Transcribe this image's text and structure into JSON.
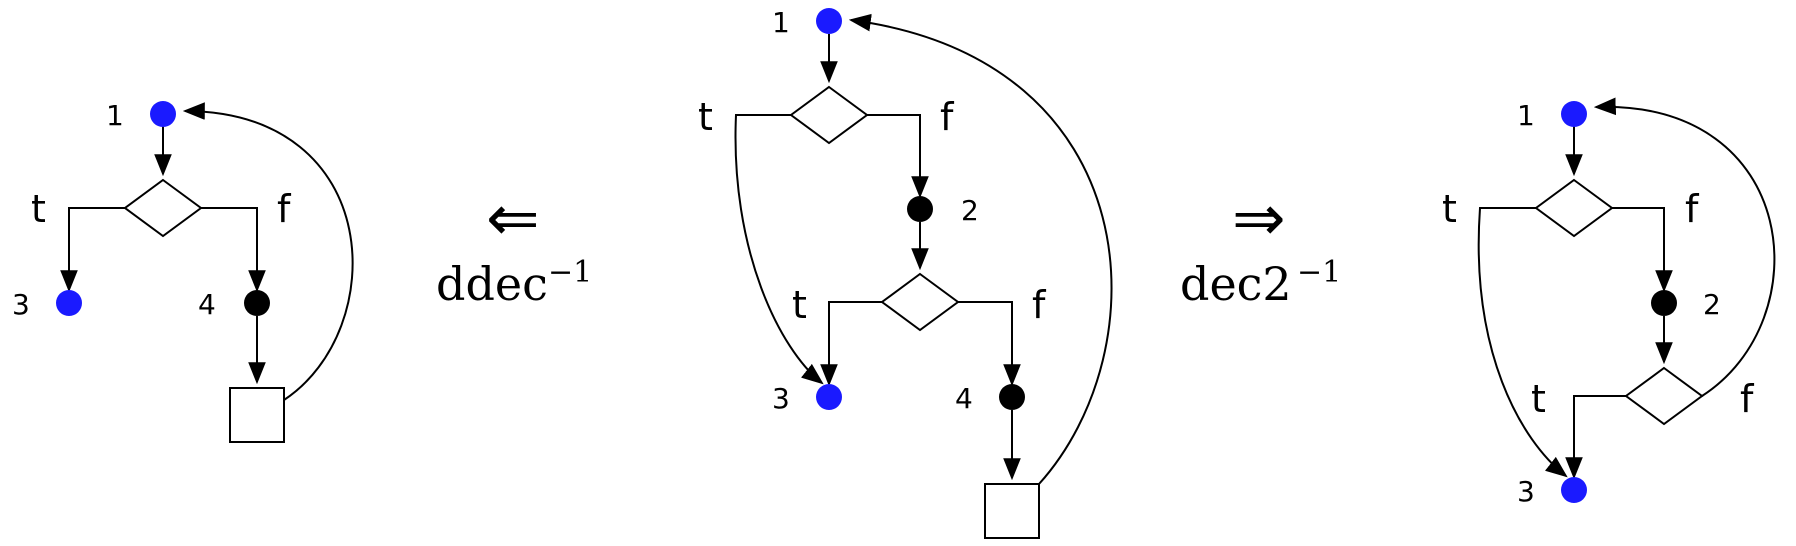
{
  "diagrams": {
    "left": {
      "node_labels": [
        "1",
        "3",
        "4"
      ],
      "branch_true": "t",
      "branch_false": "f"
    },
    "middle": {
      "node_labels": [
        "1",
        "2",
        "3",
        "4"
      ],
      "branch_true": "t",
      "branch_false": "f"
    },
    "right": {
      "node_labels": [
        "1",
        "2",
        "3"
      ],
      "branch_true": "t",
      "branch_false": "f"
    }
  },
  "transforms": {
    "left": {
      "symbol": "⇐",
      "name": "ddec",
      "exponent": "−1"
    },
    "right": {
      "symbol": "⇒",
      "name": "dec2",
      "exponent": "−1"
    }
  },
  "colors": {
    "entry_node": "#1a1aff",
    "inner_node": "#000000",
    "stroke": "#000000"
  }
}
